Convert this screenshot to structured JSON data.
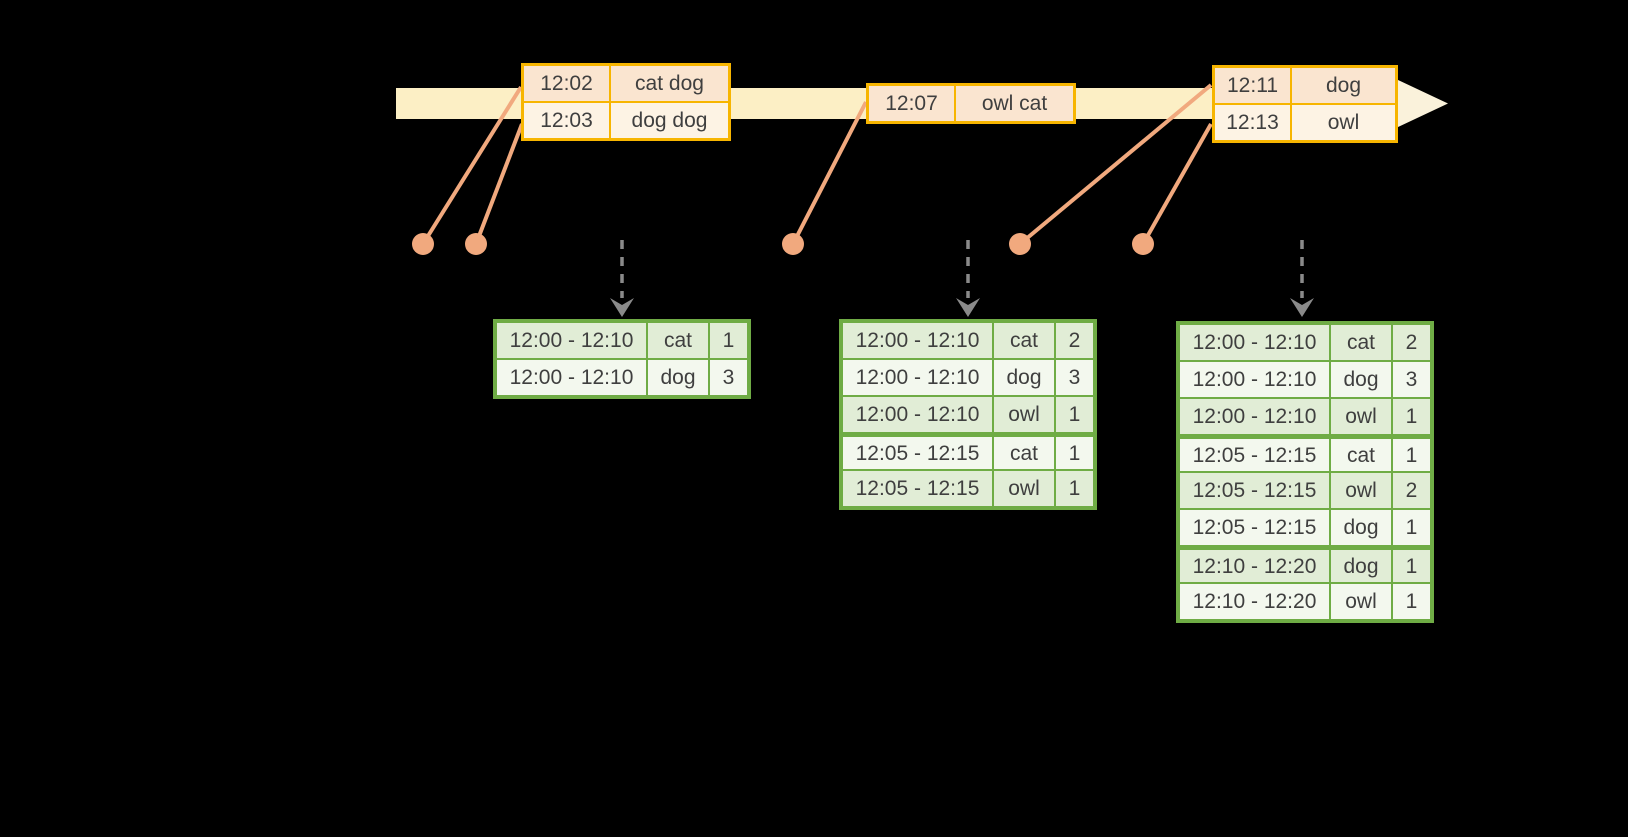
{
  "colors": {
    "background": "#000000",
    "timeline_band": "#FCEFC5",
    "timeline_arrowhead": "#FAF2DB",
    "event_border": "#F7B500",
    "event_row_peach": "#FAE5D0",
    "event_row_cream": "#FDF3E4",
    "connector_orange": "#F1A97E",
    "result_border": "#6FAC45",
    "result_row_dark": "#E1EDD6",
    "result_row_light": "#F3F8EE",
    "dashed_arrow_gray": "#8A8A8A",
    "cell_text": "#3F3F3F"
  },
  "icons": {
    "timeline_arrowhead": "right-block-arrowhead",
    "trigger_arrowhead": "down-chevron-arrowhead"
  },
  "timeline": {
    "event_tables": [
      {
        "rows": [
          {
            "time": "12:02",
            "words": "cat dog"
          },
          {
            "time": "12:03",
            "words": "dog dog"
          }
        ]
      },
      {
        "rows": [
          {
            "time": "12:07",
            "words": "owl cat"
          }
        ]
      },
      {
        "rows": [
          {
            "time": "12:11",
            "words": "dog"
          },
          {
            "time": "12:13",
            "words": "owl"
          }
        ]
      }
    ]
  },
  "result_tables": [
    {
      "rows": [
        {
          "window": "12:00 - 12:10",
          "word": "cat",
          "count": "1"
        },
        {
          "window": "12:00 - 12:10",
          "word": "dog",
          "count": "3"
        }
      ]
    },
    {
      "rows": [
        {
          "window": "12:00 - 12:10",
          "word": "cat",
          "count": "2"
        },
        {
          "window": "12:00 - 12:10",
          "word": "dog",
          "count": "3"
        },
        {
          "window": "12:00 - 12:10",
          "word": "owl",
          "count": "1"
        },
        {
          "window": "12:05 - 12:15",
          "word": "cat",
          "count": "1"
        },
        {
          "window": "12:05 - 12:15",
          "word": "owl",
          "count": "1"
        }
      ]
    },
    {
      "rows": [
        {
          "window": "12:00 - 12:10",
          "word": "cat",
          "count": "2"
        },
        {
          "window": "12:00 - 12:10",
          "word": "dog",
          "count": "3"
        },
        {
          "window": "12:00 - 12:10",
          "word": "owl",
          "count": "1"
        },
        {
          "window": "12:05 - 12:15",
          "word": "cat",
          "count": "1"
        },
        {
          "window": "12:05 - 12:15",
          "word": "owl",
          "count": "2"
        },
        {
          "window": "12:05 - 12:15",
          "word": "dog",
          "count": "1"
        },
        {
          "window": "12:10 - 12:20",
          "word": "dog",
          "count": "1"
        },
        {
          "window": "12:10 - 12:20",
          "word": "owl",
          "count": "1"
        }
      ]
    }
  ]
}
